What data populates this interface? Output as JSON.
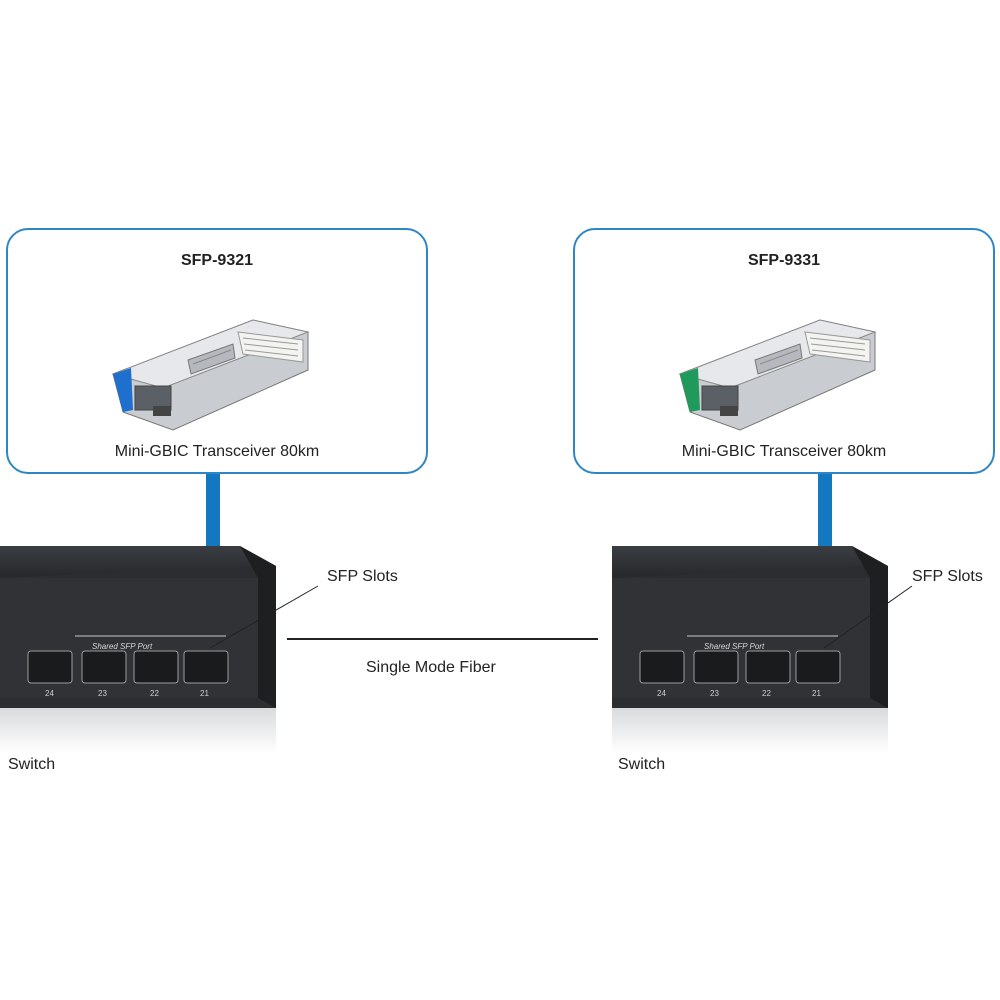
{
  "modules": [
    {
      "model": "SFP-9321",
      "caption": "Mini-GBIC Transceiver 80km",
      "latch_color": "#1f6fcf"
    },
    {
      "model": "SFP-9331",
      "caption": "Mini-GBIC Transceiver 80km",
      "latch_color": "#1f9a5a"
    }
  ],
  "switches": [
    {
      "label": "Switch",
      "slots_label": "SFP Slots",
      "panel_text": "Shared SFP Port",
      "ports": [
        "24",
        "23",
        "22",
        "21"
      ]
    },
    {
      "label": "Switch",
      "slots_label": "SFP Slots",
      "panel_text": "Shared SFP Port",
      "ports": [
        "24",
        "23",
        "22",
        "21"
      ]
    }
  ],
  "link_label": "Single Mode Fiber",
  "colors": {
    "card_border": "#2f86c6",
    "pipe": "#1478c0",
    "switch_body": "#2b2d30"
  }
}
